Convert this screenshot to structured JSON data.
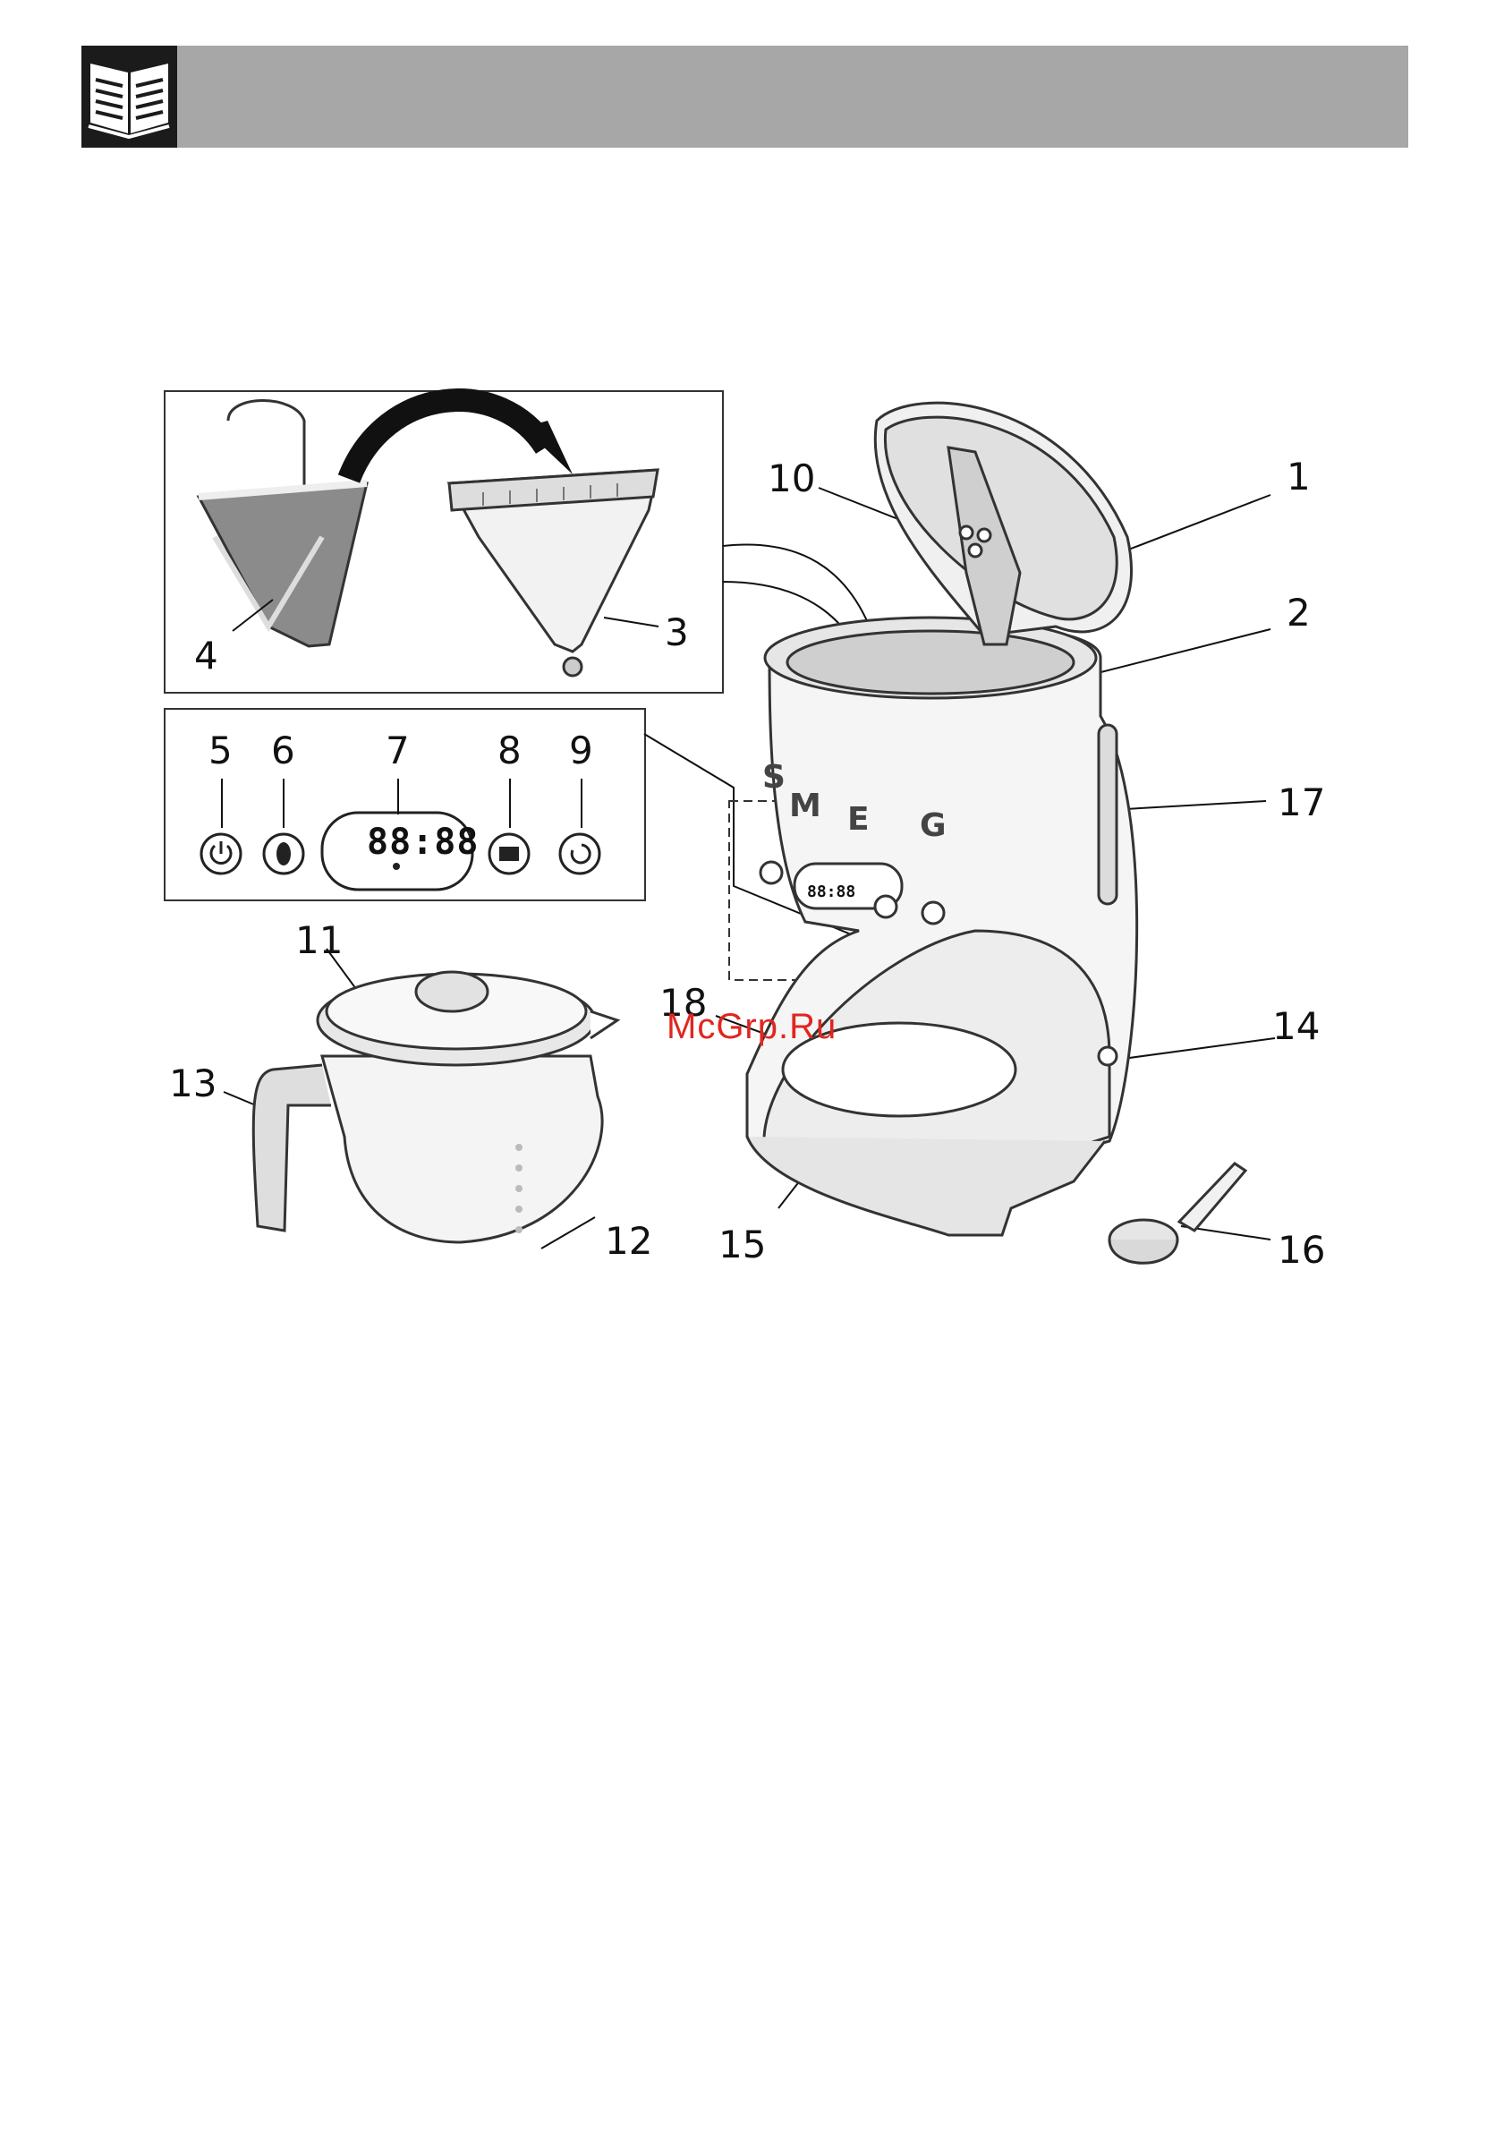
{
  "header": {
    "icon": "open-book-icon",
    "background": "#a7a7a7"
  },
  "callouts": [
    "1",
    "2",
    "3",
    "4",
    "5",
    "6",
    "7",
    "8",
    "9",
    "10",
    "11",
    "12",
    "13",
    "14",
    "15",
    "16",
    "17",
    "18"
  ],
  "display": {
    "digits": "88:88",
    "small_digits": "88:88"
  },
  "logo": {
    "letters": [
      "S",
      "M",
      "E",
      "G"
    ]
  },
  "watermark": "McGrp.Ru"
}
